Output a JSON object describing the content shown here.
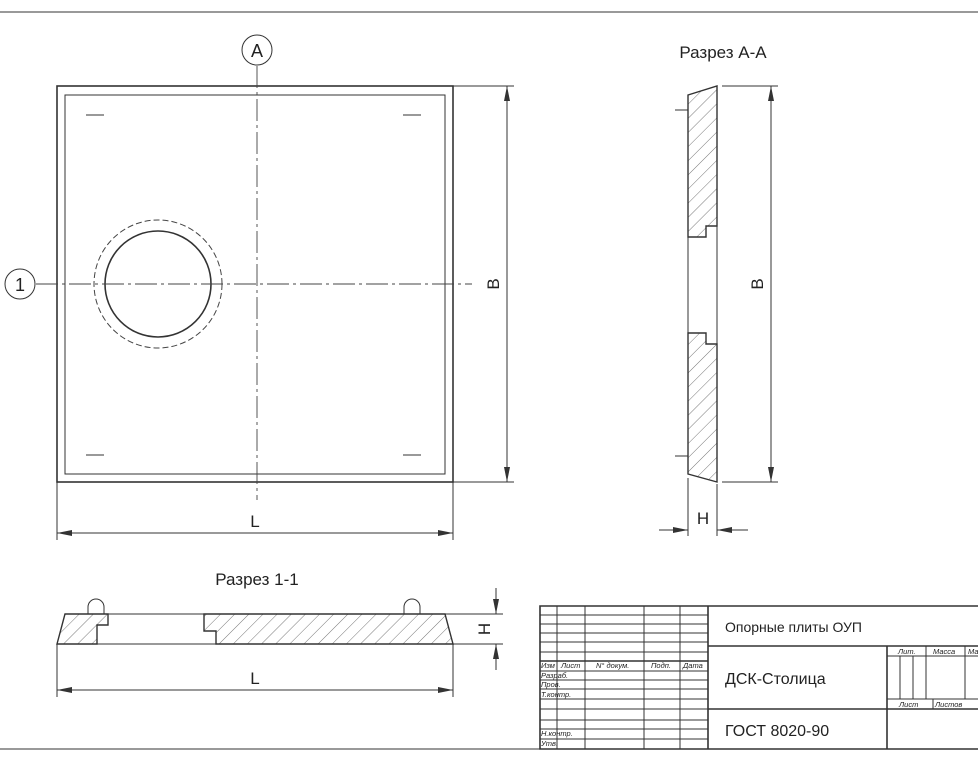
{
  "views": {
    "section_aa": "Разрез А-А",
    "section_11": "Разрез 1-1"
  },
  "markers": {
    "axis_a": "A",
    "axis_1": "1"
  },
  "dimensions": {
    "length": "L",
    "width": "B",
    "height": "H"
  },
  "title_block": {
    "product": "Опорные плиты ОУП",
    "company": "ДСК-Столица",
    "standard": "ГОСТ 8020-90",
    "col_headers": [
      "Изм",
      "Лист",
      "N° докум.",
      "Подп.",
      "Дата"
    ],
    "row_labels": [
      "Разраб.",
      "Пров.",
      "Т.контр.",
      "Н.контр.",
      "Утв."
    ],
    "cell_labels": [
      "Лит.",
      "Масса",
      "Ма",
      "Лист",
      "Листов"
    ]
  }
}
